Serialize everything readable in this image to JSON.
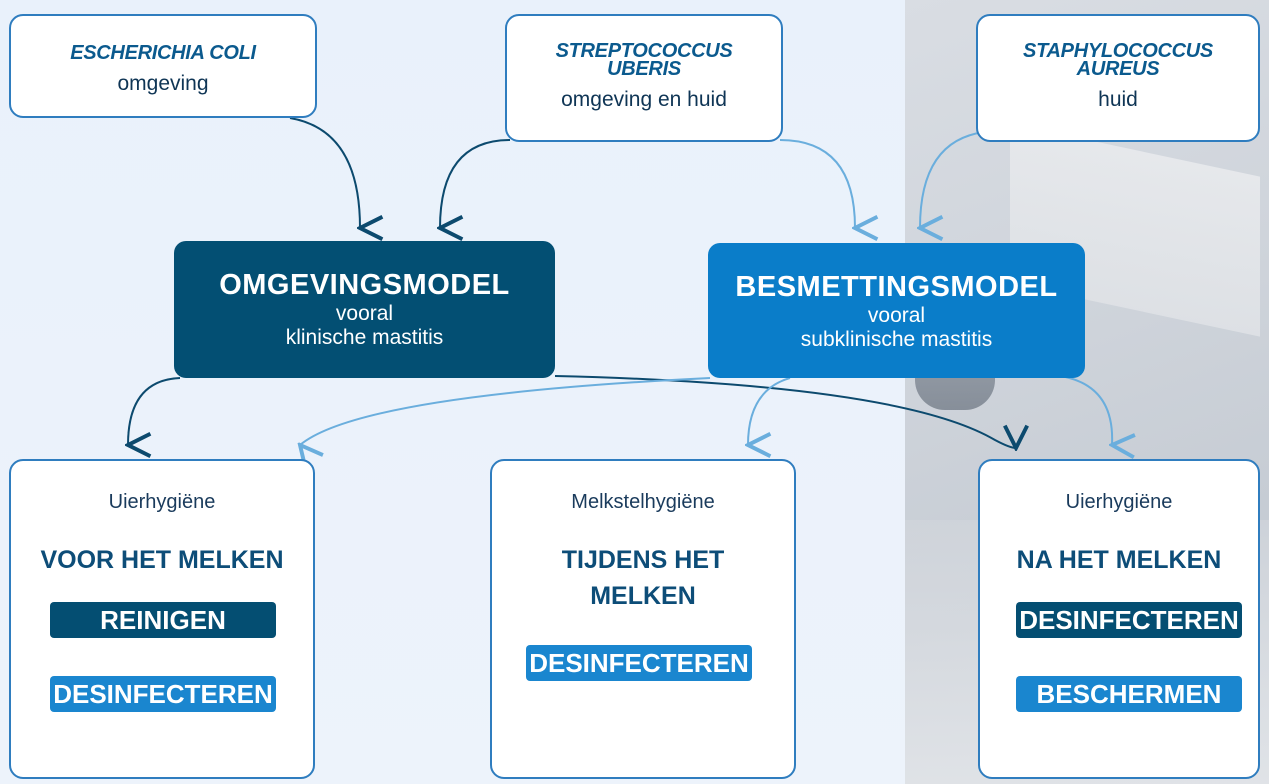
{
  "sources": [
    {
      "name": "ESCHERICHIA COLI",
      "habitat": "omgeving"
    },
    {
      "name": "STREPTOCOCCUS UBERIS",
      "habitat": "omgeving en huid"
    },
    {
      "name": "STAPHYLOCOCCUS AUREUS",
      "habitat": "huid"
    }
  ],
  "models": [
    {
      "title": "OMGEVINGSMODEL",
      "line1": "vooral",
      "line2": "klinische mastitis",
      "color": "#034f73"
    },
    {
      "title": "BESMETTINGSMODEL",
      "line1": "vooral",
      "line2": "subklinische mastitis",
      "color": "#0a7dc9"
    }
  ],
  "steps": [
    {
      "category": "Uierhygiëne",
      "title": "VOOR HET MELKEN",
      "actions": [
        "REINIGEN",
        "DESINFECTEREN"
      ]
    },
    {
      "category": "Melkstelhygiëne",
      "title_line1": "TIJDENS HET",
      "title_line2": "MELKEN",
      "actions": [
        "DESINFECTEREN"
      ]
    },
    {
      "category": "Uierhygiëne",
      "title": "NA HET MELKEN",
      "actions": [
        "DESINFECTEREN",
        "BESCHERMEN"
      ]
    }
  ],
  "colors": {
    "dark": "#034f73",
    "light": "#1a86cf",
    "arrow_dark": "#0c4a6e",
    "arrow_light": "#6aaedd"
  }
}
